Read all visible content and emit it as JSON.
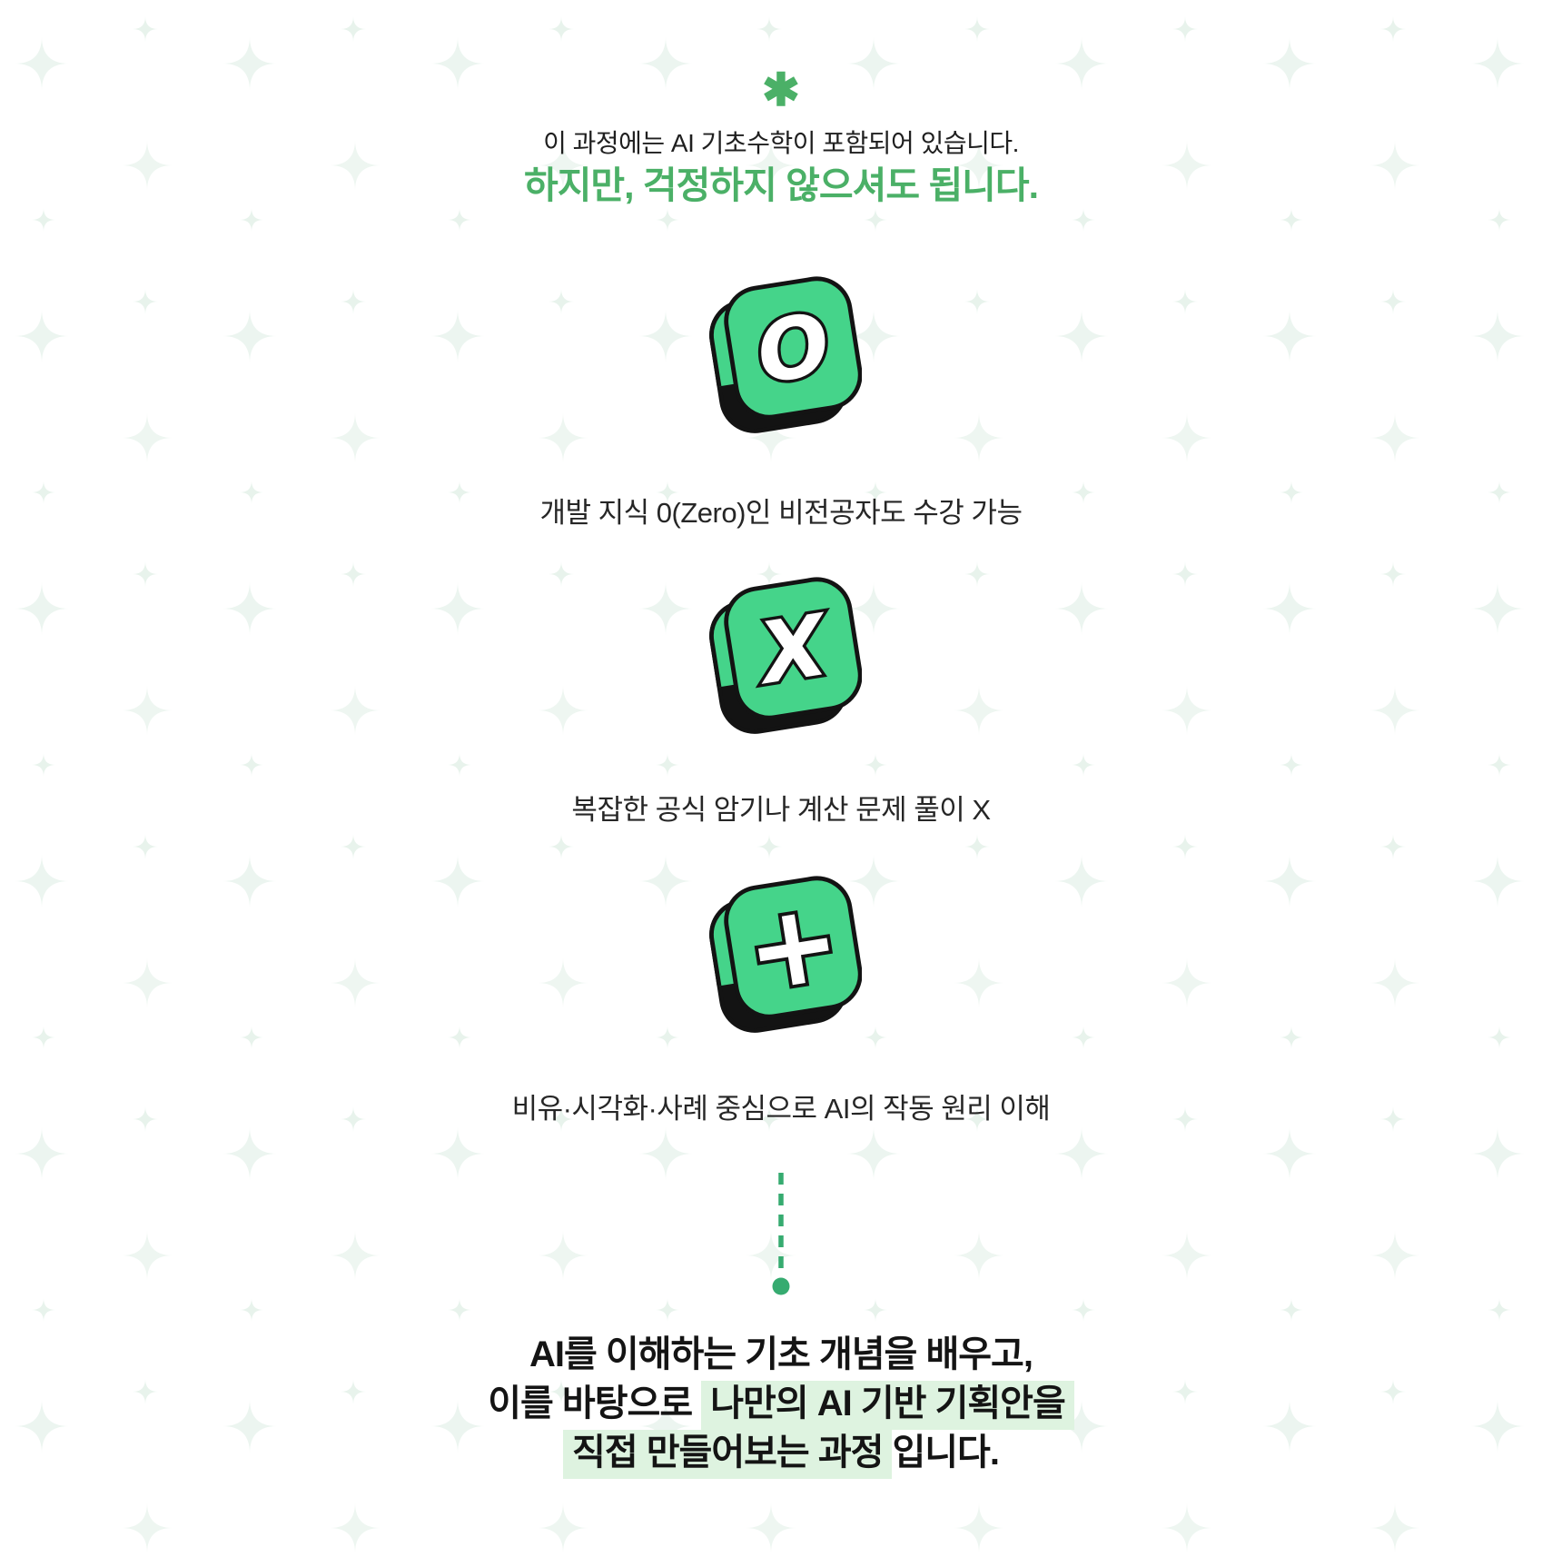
{
  "colors": {
    "accent_green": "#4bb067",
    "badge_green": "#45d48a",
    "outline_black": "#131313",
    "highlight_green": "#def3e0",
    "connector_green": "#36ab70",
    "sparkle_green": "#eaf4ee",
    "text_dark": "#1f1f1f"
  },
  "header": {
    "asterisk": "✱",
    "note": "이 과정에는 AI 기초수학이 포함되어 있습니다.",
    "headline": "하지만, 걱정하지 않으셔도 됩니다."
  },
  "features": [
    {
      "icon": {
        "glyph": "O",
        "name": "zero-badge-icon"
      },
      "caption": "개발 지식 0(Zero)인 비전공자도 수강 가능"
    },
    {
      "icon": {
        "glyph": "X",
        "name": "x-badge-icon"
      },
      "caption": "복잡한 공식 암기나 계산 문제 풀이 X"
    },
    {
      "icon": {
        "glyph": "+",
        "name": "plus-badge-icon"
      },
      "caption": "비유·시각화·사례 중심으로 AI의 작동 원리 이해"
    }
  ],
  "summary": {
    "line1": "AI를 이해하는 기초 개념을 배우고,",
    "line2_prefix": "이를 바탕으로 ",
    "line2_highlight": "나만의 AI 기반 기획안을",
    "line3_highlight": "직접 만들어보는 과정",
    "line3_suffix": "입니다."
  }
}
